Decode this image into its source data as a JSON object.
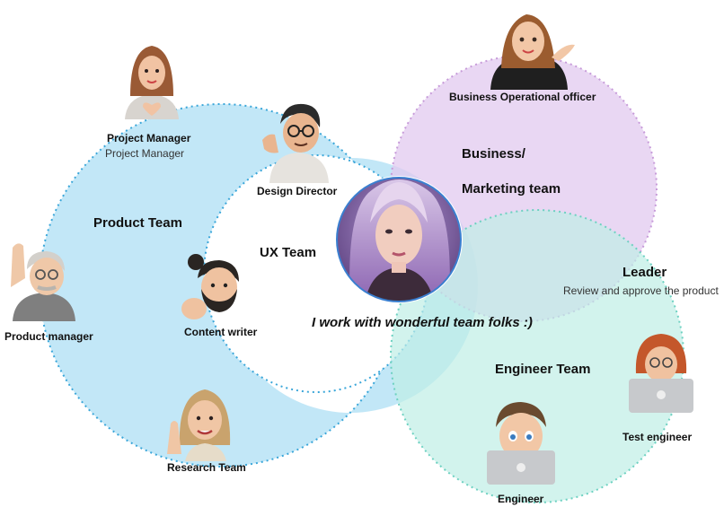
{
  "roles": {
    "business_officer": "Business Operational officer",
    "project_manager": "Project Manager",
    "project_manager_sub": "Project Manager",
    "design_director": "Design Director",
    "product_manager": "Product manager",
    "content_writer": "Content writer",
    "research_team": "Research Team",
    "engineer": "Engineer",
    "test_engineer": "Test engineer",
    "leader": "Leader",
    "leader_sub": "Review and approve the product"
  },
  "teams": {
    "business_line1": "Business/",
    "business_line2": "Marketing team",
    "product": "Product Team",
    "ux": "UX Team",
    "engineer": "Engineer Team"
  },
  "tagline": "I work with wonderful team folks :)",
  "colors": {
    "product_circle": "#bfe6f7",
    "product_border": "#3aa6d9",
    "business_circle": "#e9d3f1",
    "business_border": "#c79bd9",
    "engineer_circle": "#c9f0ea",
    "engineer_border": "#6dd1c1",
    "center_border": "#3a7fd0"
  },
  "icons": {
    "business_officer": "woman-presenting-avatar-icon",
    "project_manager": "woman-heart-hands-avatar-icon",
    "design_director": "man-glasses-call-avatar-icon",
    "product_manager": "older-man-waving-avatar-icon",
    "content_writer": "bearded-man-avatar-icon",
    "research_team": "woman-pointing-avatar-icon",
    "engineer": "man-laptop-avatar-icon",
    "test_engineer": "redhead-laptop-avatar-icon",
    "center": "woman-portrait-photo-icon"
  }
}
